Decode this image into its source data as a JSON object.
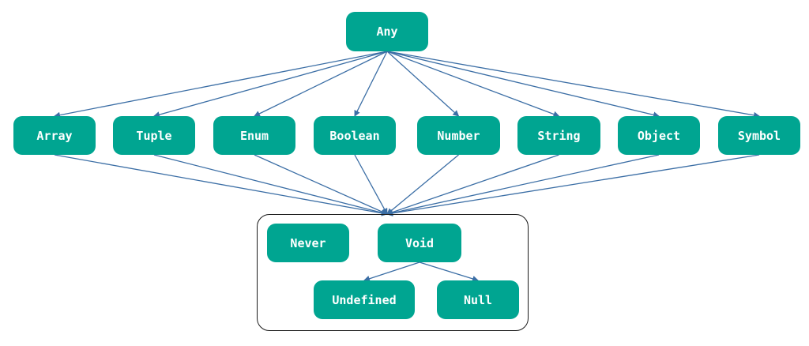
{
  "nodes": {
    "any": "Any",
    "array": "Array",
    "tuple": "Tuple",
    "enum": "Enum",
    "boolean": "Boolean",
    "number": "Number",
    "string": "String",
    "object": "Object",
    "symbol": "Symbol",
    "never": "Never",
    "void": "Void",
    "undefined": "Undefined",
    "null": "Null"
  },
  "edges": [
    [
      "any",
      "array"
    ],
    [
      "any",
      "tuple"
    ],
    [
      "any",
      "enum"
    ],
    [
      "any",
      "boolean"
    ],
    [
      "any",
      "number"
    ],
    [
      "any",
      "string"
    ],
    [
      "any",
      "object"
    ],
    [
      "any",
      "symbol"
    ],
    [
      "array",
      "bottom-group"
    ],
    [
      "tuple",
      "bottom-group"
    ],
    [
      "enum",
      "bottom-group"
    ],
    [
      "boolean",
      "bottom-group"
    ],
    [
      "number",
      "bottom-group"
    ],
    [
      "string",
      "bottom-group"
    ],
    [
      "object",
      "bottom-group"
    ],
    [
      "symbol",
      "bottom-group"
    ],
    [
      "void",
      "undefined"
    ],
    [
      "void",
      "null"
    ]
  ],
  "colors": {
    "node_fill": "#00a591",
    "node_text": "#ffffff",
    "edge": "#3b6ea5",
    "group_border": "#1a1a1a"
  }
}
